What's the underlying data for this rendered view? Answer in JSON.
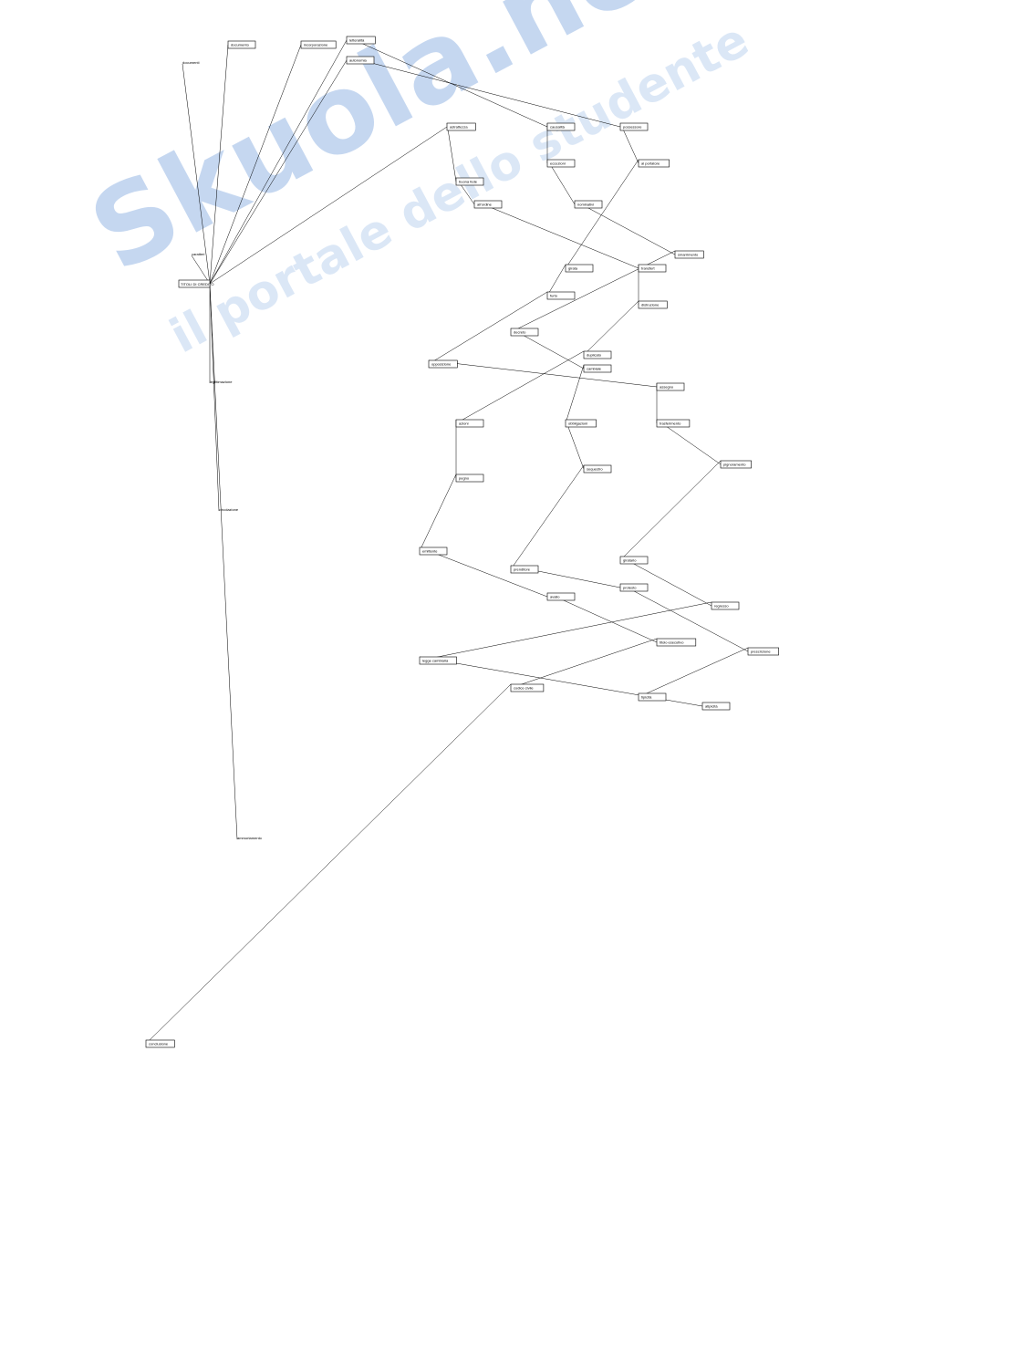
{
  "watermark": {
    "brand": "Skuola.net",
    "tagline": "il portale dello studente",
    "color": "#5b8fd6",
    "accent": "#f3e070"
  },
  "root": {
    "label": "TITOLI DI CREDITO"
  },
  "branches": [
    "documenti",
    "caratteri",
    "legittimazione",
    "circolazione",
    "ammortamento"
  ],
  "nodes": [
    {
      "id": "n1",
      "text": "documento"
    },
    {
      "id": "n2",
      "text": "incorporazione"
    },
    {
      "id": "n3",
      "text": "letteralità"
    },
    {
      "id": "n4",
      "text": "autonomia"
    },
    {
      "id": "n5",
      "text": "astrattezza"
    },
    {
      "id": "n6",
      "text": "causalità"
    },
    {
      "id": "n7",
      "text": "possessore"
    },
    {
      "id": "n8",
      "text": "buona fede"
    },
    {
      "id": "n9",
      "text": "eccezioni"
    },
    {
      "id": "n10",
      "text": "al portatore"
    },
    {
      "id": "n11",
      "text": "all'ordine"
    },
    {
      "id": "n12",
      "text": "nominativi"
    },
    {
      "id": "n13",
      "text": "girata"
    },
    {
      "id": "n14",
      "text": "transfert"
    },
    {
      "id": "n15",
      "text": "smarrimento"
    },
    {
      "id": "n16",
      "text": "furto"
    },
    {
      "id": "n17",
      "text": "distruzione"
    },
    {
      "id": "n18",
      "text": "decreto"
    },
    {
      "id": "n19",
      "text": "opposizione"
    },
    {
      "id": "n20",
      "text": "duplicato"
    },
    {
      "id": "n21",
      "text": "cambiale"
    },
    {
      "id": "n22",
      "text": "assegno"
    },
    {
      "id": "n23",
      "text": "azioni"
    },
    {
      "id": "n24",
      "text": "obbligazioni"
    },
    {
      "id": "n25",
      "text": "trasferimento"
    },
    {
      "id": "n26",
      "text": "pegno"
    },
    {
      "id": "n27",
      "text": "sequestro"
    },
    {
      "id": "n28",
      "text": "pignoramento"
    },
    {
      "id": "n29",
      "text": "emittente"
    },
    {
      "id": "n30",
      "text": "prenditore"
    },
    {
      "id": "n31",
      "text": "giratario"
    },
    {
      "id": "n32",
      "text": "avallo"
    },
    {
      "id": "n33",
      "text": "protesto"
    },
    {
      "id": "n34",
      "text": "regresso"
    },
    {
      "id": "n35",
      "text": "titolo esecutivo"
    },
    {
      "id": "n36",
      "text": "prescrizione"
    },
    {
      "id": "n37",
      "text": "legge cambiaria"
    },
    {
      "id": "n38",
      "text": "codice civile"
    },
    {
      "id": "n39",
      "text": "tipicità"
    },
    {
      "id": "n40",
      "text": "atipicità"
    },
    {
      "id": "n41",
      "text": "conclusione"
    }
  ]
}
